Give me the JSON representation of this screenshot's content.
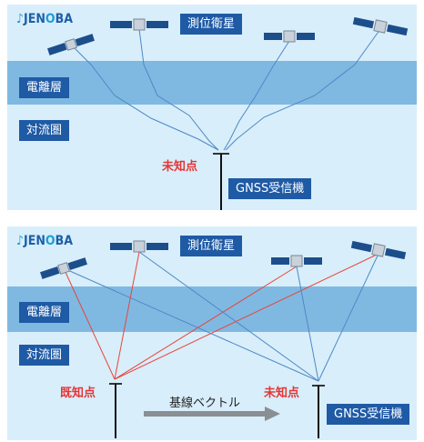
{
  "logo": {
    "text_prefix": "JEN",
    "text_suffix": "BA",
    "logo_glyph": "O"
  },
  "layers": {
    "satellite_label": "測位衛星",
    "ionosphere": "電離層",
    "troposphere": "対流圏"
  },
  "points": {
    "unknown": "未知点",
    "known": "既知点"
  },
  "receiver_label": "GNSS受信機",
  "baseline_vector_label": "基線ベクトル",
  "colors": {
    "background": "#d8eefa",
    "ionosphere": "#7fb9e2",
    "label_box": "#1f5aa5",
    "red_text": "#e53535",
    "red_line": "#e8463c",
    "blue_line": "#4f88c6"
  }
}
